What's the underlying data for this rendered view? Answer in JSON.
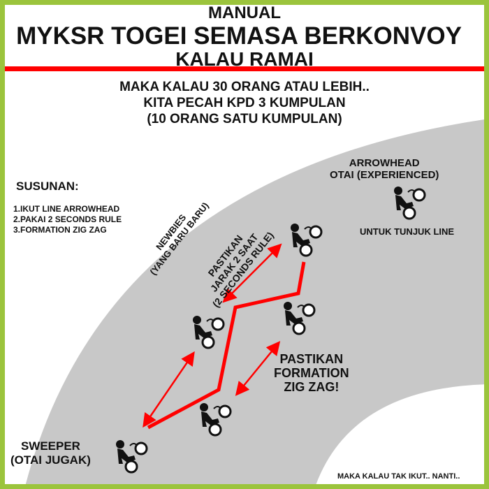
{
  "header": {
    "line1": "MANUAL",
    "line2": "MYKSR TOGEI SEMASA BERKONVOY",
    "line3": "KALAU RAMAI"
  },
  "intro": [
    "MAKA KALAU 30 ORANG ATAU LEBIH..",
    "KITA PECAH KPD 3 KUMPULAN",
    "(10 ORANG SATU KUMPULAN)"
  ],
  "susunan": {
    "title": "SUSUNAN:",
    "items": [
      "1.IKUT LINE ARROWHEAD",
      "2.PAKAI 2 SECONDS RULE",
      "3.FORMATION ZIG ZAG"
    ]
  },
  "labels": {
    "arrowhead": [
      "ARROWHEAD",
      "OTAI  (EXPERIENCED)"
    ],
    "arrowhead_note": "UNTUK TUNJUK LINE",
    "newbies": [
      "NEWBIES",
      "(YANG BARU BARU)"
    ],
    "jarak": [
      "PASTIKAN",
      "JARAK 2 SAAT",
      "(2 SECONDS RULE)"
    ],
    "zigzag": [
      "PASTIKAN",
      "FORMATION",
      "ZIG ZAG!"
    ],
    "sweeper": [
      "SWEEPER",
      "(OTAI JUGAK)"
    ],
    "footer": "MAKA KALAU TAK IKUT.. NANTI.."
  },
  "colors": {
    "border": "#9bc43c",
    "accent": "#ff0000",
    "road": "#c8c8c8"
  }
}
